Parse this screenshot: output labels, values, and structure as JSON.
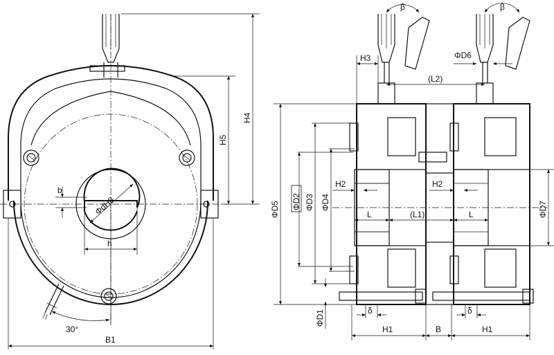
{
  "labels": {
    "b": "b",
    "dH8": "ΦdH8",
    "h": "h",
    "angle": "30°",
    "B1": "B1",
    "H4": "H4",
    "H5": "H5",
    "beta_left": "β",
    "beta_right": "β",
    "H3": "H3",
    "D6": "ΦD6",
    "L2": "(L2)",
    "H2_left": "H2",
    "H2_right": "H2",
    "L_left": "L",
    "L_right": "L",
    "L1": "(L1)",
    "D5": "ΦD5",
    "D2": "ΦD2",
    "D3": "ΦD3",
    "D4": "ΦD4",
    "D7": "ΦD7",
    "D1": "ΦD1",
    "delta_left": "δ",
    "delta_right": "δ",
    "H1_left": "H1",
    "B": "B",
    "H1_right": "H1"
  }
}
